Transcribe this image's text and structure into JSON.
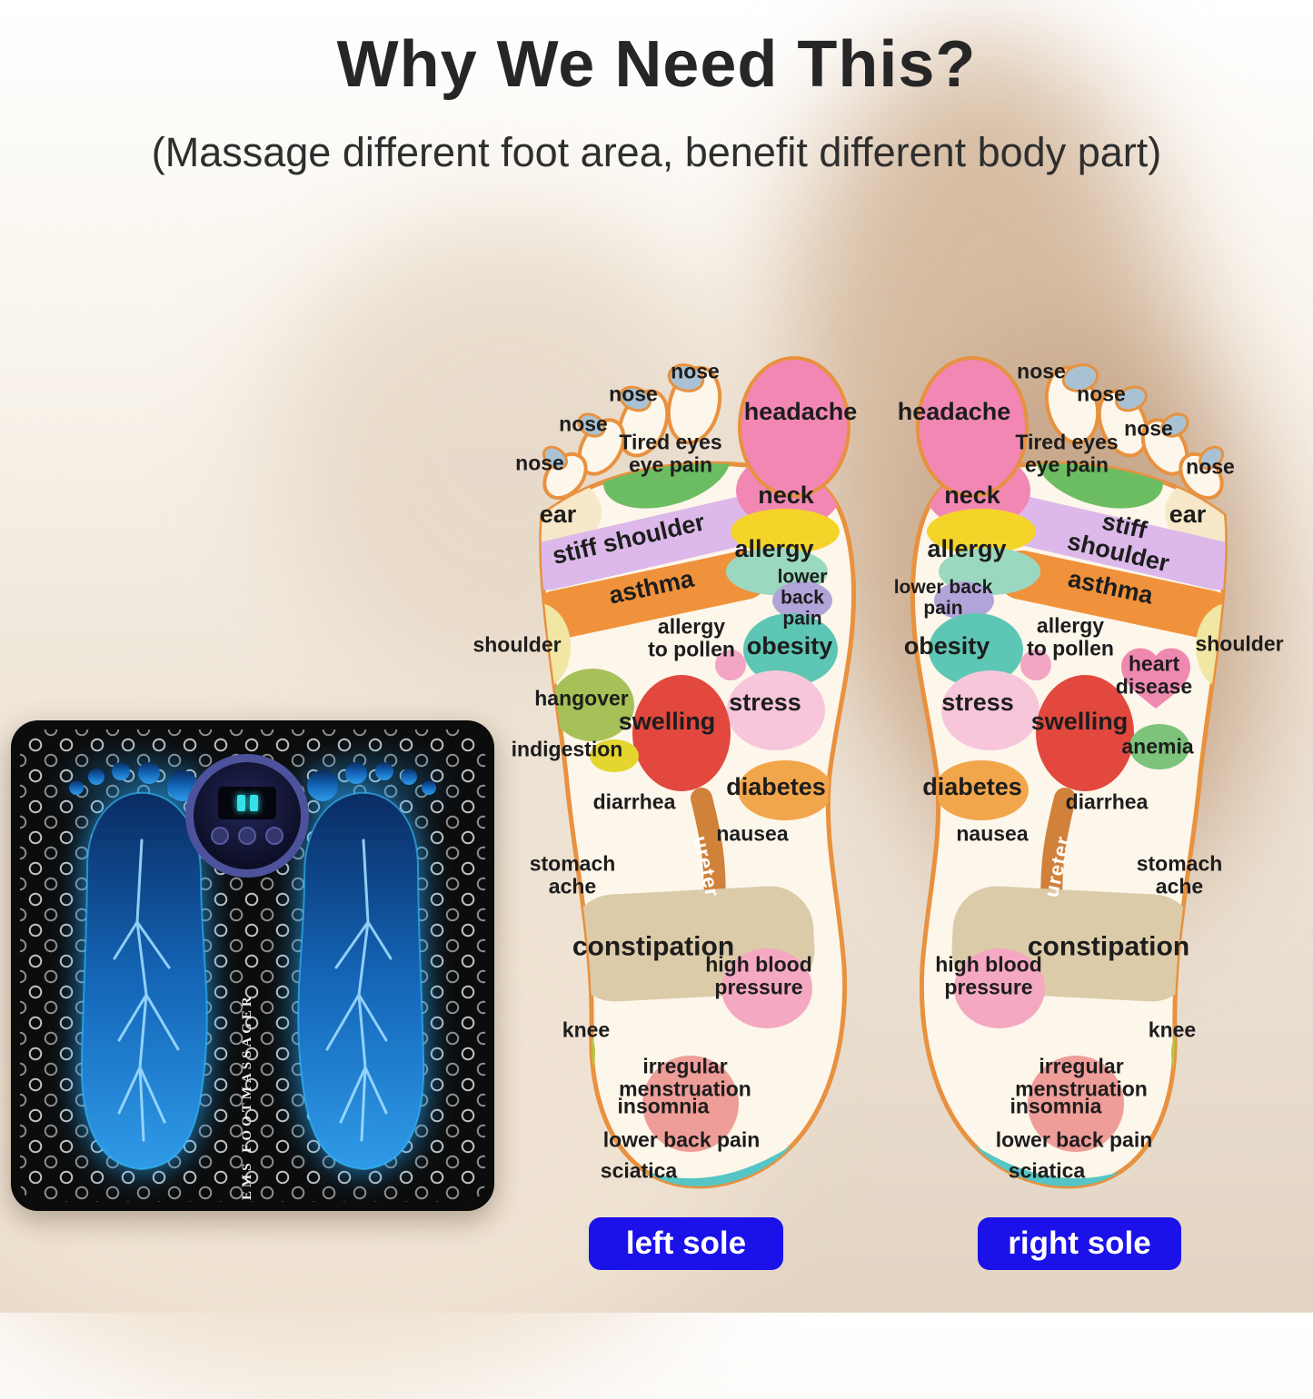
{
  "header": {
    "title": "Why We Need This?",
    "subtitle": "(Massage different foot area, benefit different body part)"
  },
  "product": {
    "brand": "EMS FOOTMASSAGER"
  },
  "colors": {
    "button_blue": "#1b12ea",
    "foot_outline": "#e8913f",
    "pad_glow": "#28aaff"
  },
  "left": {
    "nose_1": "nose",
    "nose_2": "nose",
    "nose_3": "nose",
    "nose_4": "nose",
    "headache": "headache",
    "tired_eyes": "Tired eyes\neye pain",
    "neck": "neck",
    "ear": "ear",
    "stiff_shoulder": "stiff shoulder",
    "allergy": "allergy",
    "asthma": "asthma",
    "lower_back": "lower back\npain",
    "shoulder": "shoulder",
    "allergy_pollen": "allergy\nto pollen",
    "obesity": "obesity",
    "hangover": "hangover",
    "swelling": "swelling",
    "stress": "stress",
    "indigestion": "indigestion",
    "diabetes": "diabetes",
    "diarrhea": "diarrhea",
    "nausea": "nausea",
    "ureter": "ureter",
    "stomach_ache": "stomach\nache",
    "constipation": "constipation",
    "high_blood_pressure": "high blood\npressure",
    "knee": "knee",
    "irregular_menstruation": "irregular\nmenstruation",
    "insomnia": "insomnia",
    "lower_back_pain": "lower back pain",
    "sciatica": "sciatica",
    "button": "left sole"
  },
  "right": {
    "headache": "headache",
    "nose_1": "nose",
    "nose_2": "nose",
    "nose_3": "nose",
    "nose_4": "nose",
    "tired_eyes": "Tired eyes\neye pain",
    "neck": "neck",
    "ear": "ear",
    "stiff_shoulder": "stiff shoulder",
    "allergy": "allergy",
    "asthma": "asthma",
    "lower_back": "lower back\npain",
    "obesity": "obesity",
    "allergy_pollen": "allergy\nto pollen",
    "shoulder": "shoulder",
    "heart_disease": "heart\ndisease",
    "stress": "stress",
    "swelling": "swelling",
    "anemia": "anemia",
    "diabetes": "diabetes",
    "diarrhea": "diarrhea",
    "nausea": "nausea",
    "ureter": "ureter",
    "stomach_ache": "stomach\nache",
    "constipation": "constipation",
    "high_blood_pressure": "high blood\npressure",
    "knee": "knee",
    "irregular_menstruation": "irregular\nmenstruation",
    "insomnia": "insomnia",
    "lower_back_pain": "lower back pain",
    "sciatica": "sciatica",
    "button": "right sole"
  }
}
